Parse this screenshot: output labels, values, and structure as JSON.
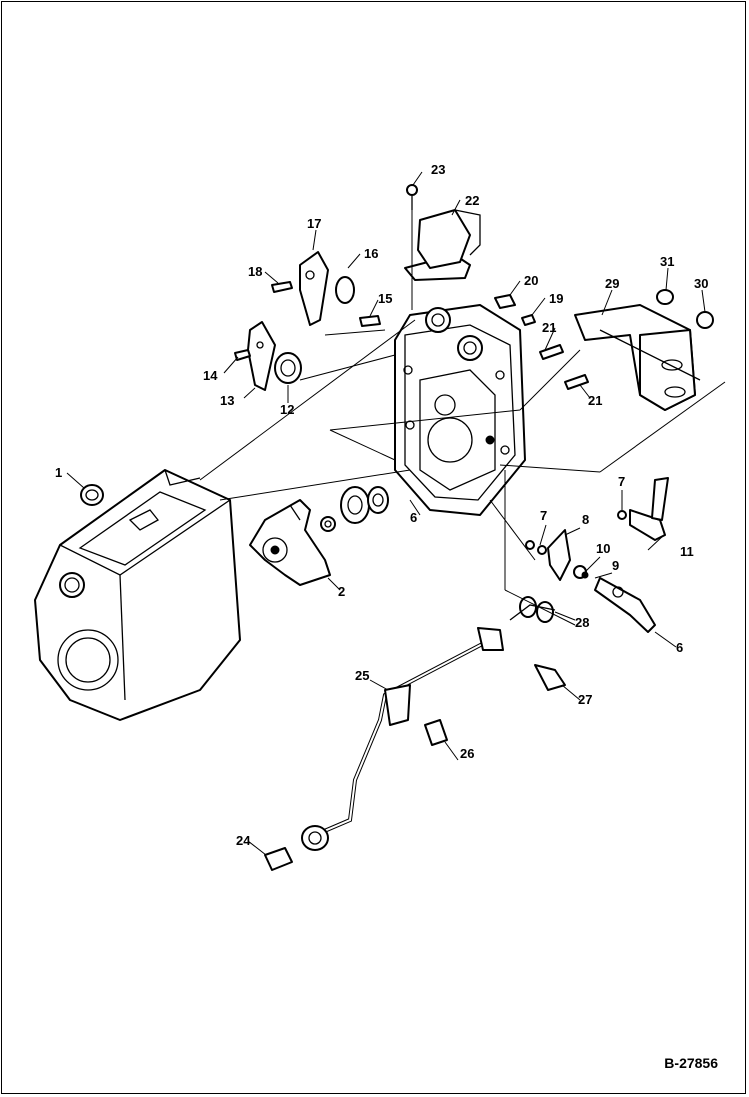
{
  "figure_ref": "B-27856",
  "callouts": [
    {
      "id": "c1",
      "text": "1"
    },
    {
      "id": "c2",
      "text": "2"
    },
    {
      "id": "c6a",
      "text": "6"
    },
    {
      "id": "c6b",
      "text": "6"
    },
    {
      "id": "c7a",
      "text": "7"
    },
    {
      "id": "c7b",
      "text": "7"
    },
    {
      "id": "c8",
      "text": "8"
    },
    {
      "id": "c9",
      "text": "9"
    },
    {
      "id": "c10",
      "text": "10"
    },
    {
      "id": "c11",
      "text": "11"
    },
    {
      "id": "c12",
      "text": "12"
    },
    {
      "id": "c13",
      "text": "13"
    },
    {
      "id": "c14",
      "text": "14"
    },
    {
      "id": "c15",
      "text": "15"
    },
    {
      "id": "c16",
      "text": "16"
    },
    {
      "id": "c17",
      "text": "17"
    },
    {
      "id": "c18",
      "text": "18"
    },
    {
      "id": "c19",
      "text": "19"
    },
    {
      "id": "c20",
      "text": "20"
    },
    {
      "id": "c21a",
      "text": "21"
    },
    {
      "id": "c21b",
      "text": "21"
    },
    {
      "id": "c22",
      "text": "22"
    },
    {
      "id": "c23",
      "text": "23"
    },
    {
      "id": "c24",
      "text": "24"
    },
    {
      "id": "c25",
      "text": "25"
    },
    {
      "id": "c26",
      "text": "26"
    },
    {
      "id": "c27",
      "text": "27"
    },
    {
      "id": "c28",
      "text": "28"
    },
    {
      "id": "c29",
      "text": "29"
    },
    {
      "id": "c30",
      "text": "30"
    },
    {
      "id": "c31",
      "text": "31"
    }
  ]
}
